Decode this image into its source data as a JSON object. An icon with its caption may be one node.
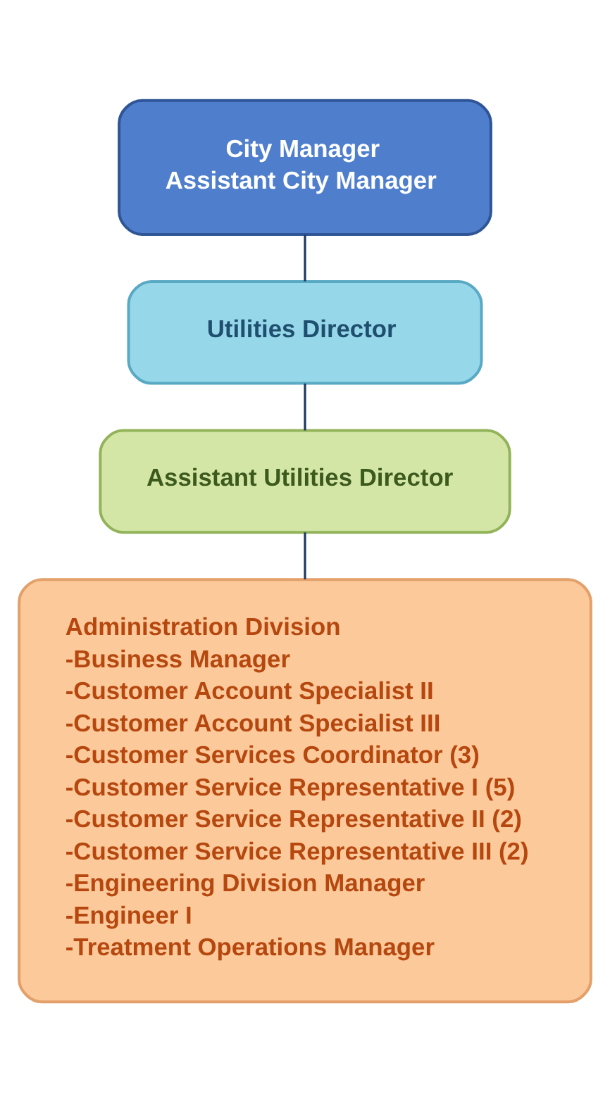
{
  "diagram": {
    "nodes": [
      {
        "text": [
          "City Manager",
          "Assistant City Manager"
        ]
      },
      {
        "text": [
          "Utilities Director"
        ]
      },
      {
        "text": [
          "Assistant Utilities Director"
        ]
      },
      {
        "text": [
          "Administration Division",
          "-Business Manager",
          "-Customer Account Specialist II",
          "-Customer Account Specialist III",
          "-Customer Services Coordinator (3)",
          "-Customer Service Representative I (5)",
          "-Customer Service Representative II (2)",
          "-Customer Service Representative III (2)",
          "-Engineering Division Manager",
          "-Engineer I",
          "-Treatment Operations Manager"
        ]
      }
    ],
    "edges": [
      {
        "from": 0,
        "to": 1,
        "arrow": "none"
      },
      {
        "from": 1,
        "to": 2,
        "arrow": "none"
      },
      {
        "from": 2,
        "to": 3,
        "arrow": "none"
      }
    ]
  }
}
